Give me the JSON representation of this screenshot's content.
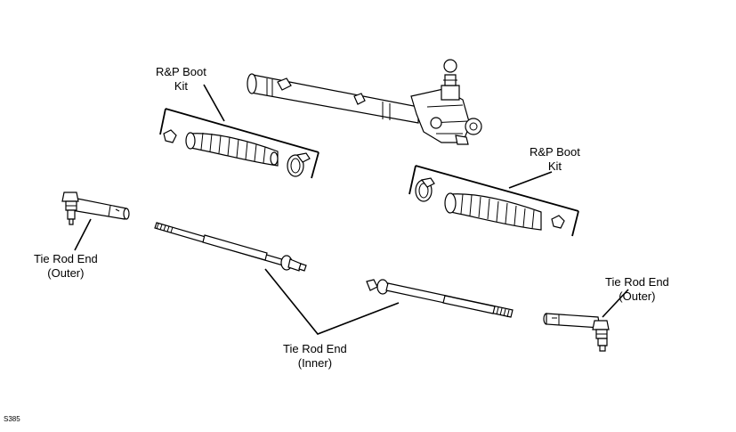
{
  "labels": {
    "boot_kit_left": [
      "R&P Boot",
      "Kit"
    ],
    "boot_kit_right": [
      "R&P Boot",
      "Kit"
    ],
    "tie_rod_outer_left": [
      "Tie Rod End",
      "(Outer)"
    ],
    "tie_rod_outer_right": [
      "Tie Rod End",
      "(Outer)"
    ],
    "tie_rod_inner": [
      "Tie Rod End",
      "(Inner)"
    ]
  },
  "figure_id": "S385"
}
